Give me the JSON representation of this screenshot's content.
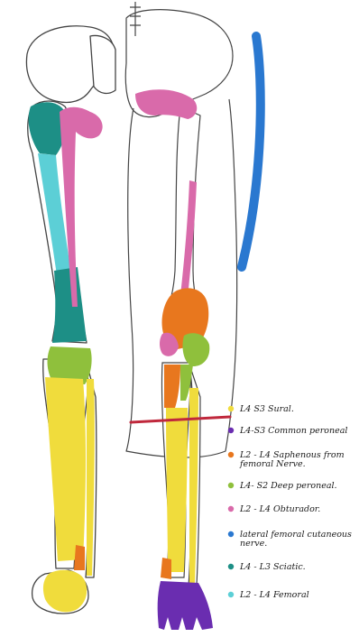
{
  "colors": {
    "sural": "#f0dc3c",
    "common_peroneal": "#6a2db0",
    "saphenous": "#e8771e",
    "deep_peroneal": "#8fc03c",
    "obturator": "#d96aaa",
    "lateral_femoral_cutaneous": "#2a78d0",
    "sciatic": "#1d8f86",
    "femoral": "#5ccfd6",
    "incision_line": "#c0283c",
    "outline": "#444444"
  },
  "legend": [
    {
      "id": "sural",
      "icon": "yellow-dot",
      "lines": [
        "L4 S3 Sural."
      ]
    },
    {
      "id": "common_peroneal",
      "icon": "purple-dot",
      "lines": [
        "L4-S3 Common peroneal"
      ]
    },
    {
      "id": "saphenous",
      "icon": "orange-dot",
      "lines": [
        "L2 - L4 Saphenous from",
        "femoral Nerve."
      ]
    },
    {
      "id": "deep_peroneal",
      "icon": "green-dot",
      "lines": [
        "L4- S2 Deep peroneal."
      ]
    },
    {
      "id": "obturator",
      "icon": "pink-dot",
      "lines": [
        "L2 - L4 Obturador."
      ]
    },
    {
      "id": "lateral_femoral_cutaneous",
      "icon": "blue-dot",
      "lines": [
        "lateral femoral cutaneous",
        "nerve."
      ]
    },
    {
      "id": "sciatic",
      "icon": "teal-dot",
      "lines": [
        "L4 - L3 Sciatic."
      ]
    },
    {
      "id": "femoral",
      "icon": "cyan-dot",
      "lines": [
        "L2 - L4 Femoral"
      ]
    }
  ]
}
